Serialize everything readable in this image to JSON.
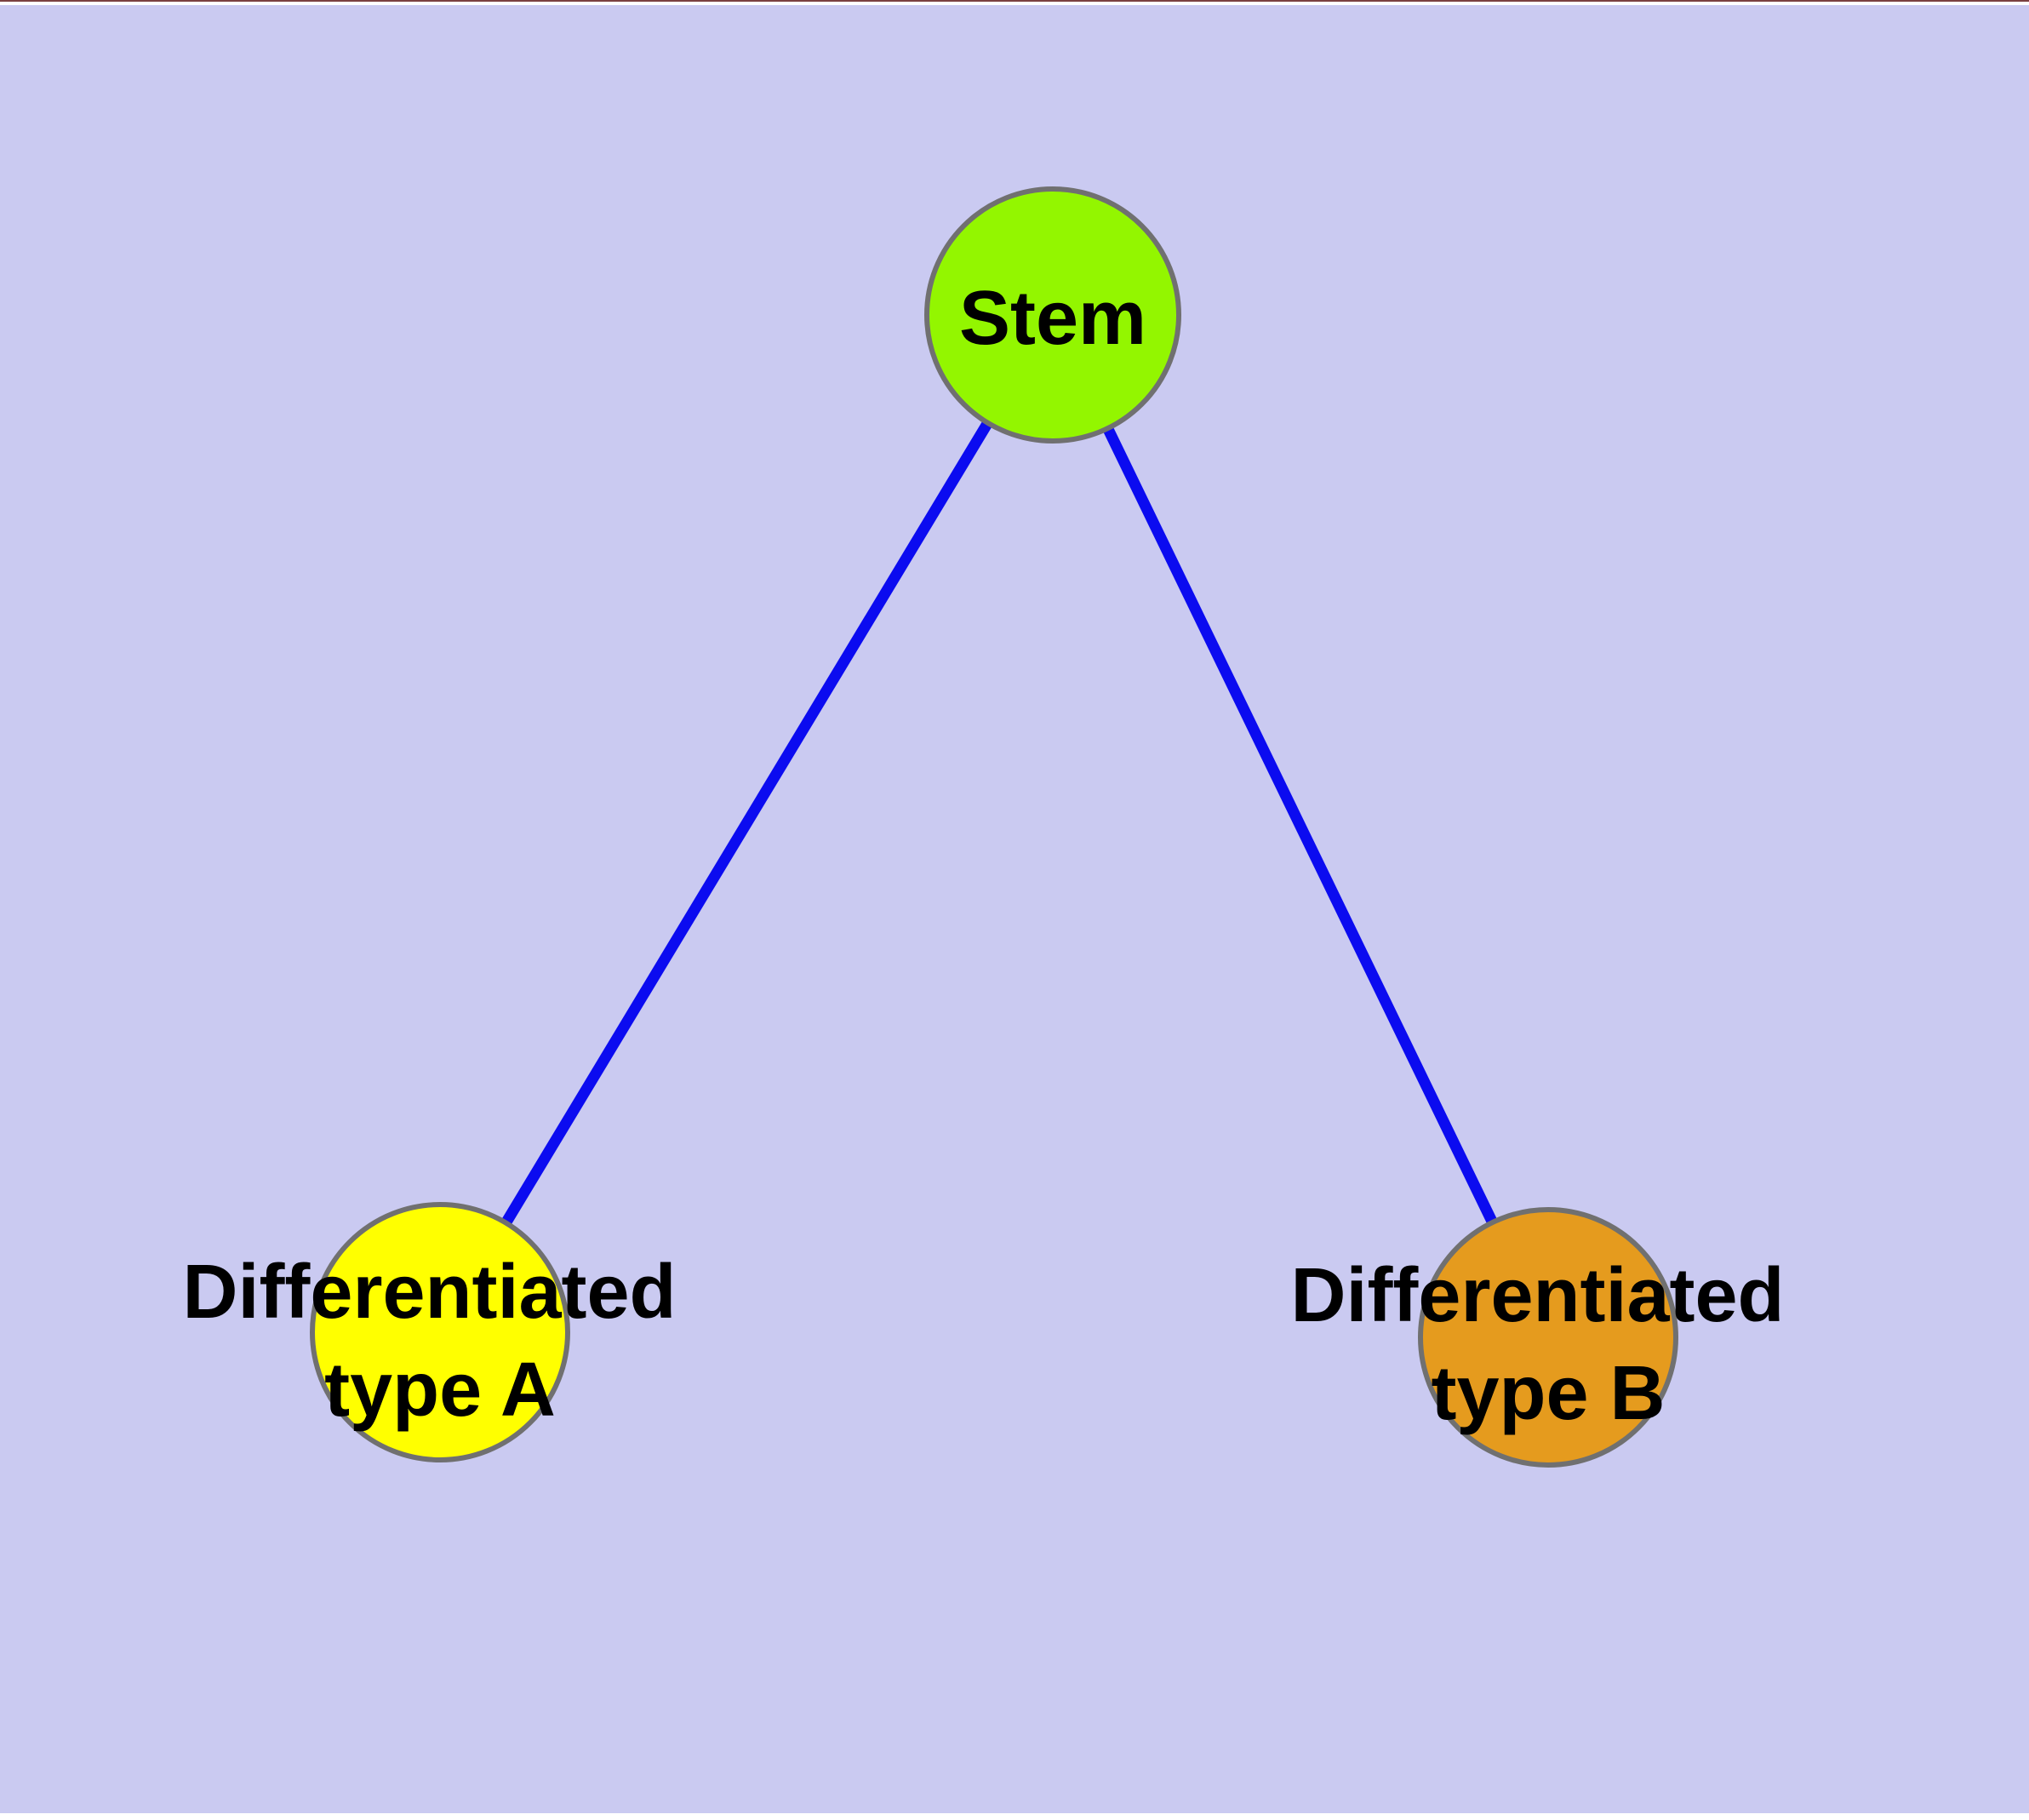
{
  "nodes": {
    "stem": {
      "label": "Stem",
      "fill": "#93f600"
    },
    "type_a": {
      "label_line1": "Differentiated",
      "label_line2": "type A",
      "fill": "#ffff00"
    },
    "type_b": {
      "label_line1": "Differentiated",
      "label_line2": "type B",
      "fill": "#e59b1e"
    }
  },
  "edges": [
    {
      "from": "Stem",
      "to": "Differentiated type A"
    },
    {
      "from": "Stem",
      "to": "Differentiated type B"
    }
  ],
  "styles": {
    "canvas_background": "#cacaf1",
    "node_border_color": "#707070",
    "edge_color": "#0b0bf0",
    "text_color": "#000000",
    "top_border_color": "#7a4040",
    "page_margin_color": "#ffffff"
  }
}
